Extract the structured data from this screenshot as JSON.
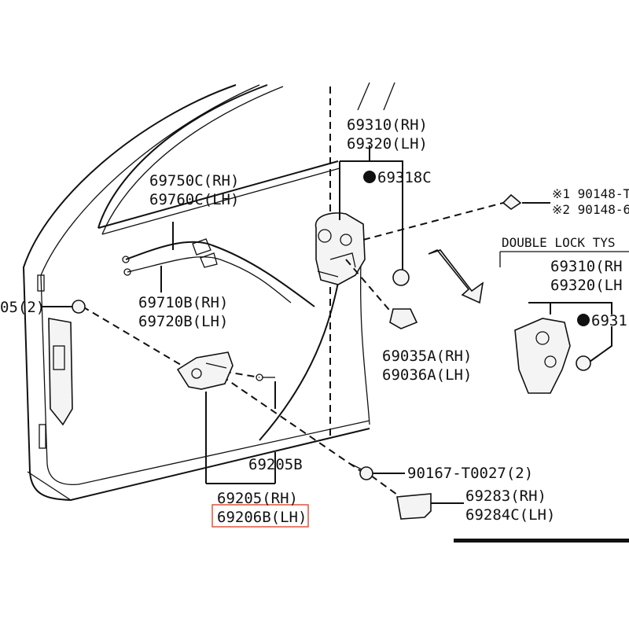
{
  "callouts": {
    "latch_rh": "69310(RH)",
    "latch_lh": "69320(LH)",
    "latch_screw": "69318C",
    "cable_c_rh": "69750C(RH)",
    "cable_c_lh": "69760C(LH)",
    "cable_b_rh": "69710B(RH)",
    "cable_b_lh": "69720B(LH)",
    "left_clip": "05(2)",
    "striker_rh": "69035A(RH)",
    "striker_lh": "69036A(LH)",
    "note_1": "※1 90148-T",
    "note_2": "※2 90148-6",
    "double_lock": "DOUBLE LOCK TYS",
    "dl_latch_rh": "69310(RH",
    "dl_latch_lh": "69320(LH",
    "dl_screw": "6931",
    "handle_screw": "69205B",
    "handle_rh": "69205(RH)",
    "handle_lh": "69206B(LH)",
    "bolt": "90167-T0027(2)",
    "cover_rh": "69283(RH)",
    "cover_lh": "69284C(LH)"
  },
  "highlight": {
    "target": "69206B(LH)",
    "color": "#e0533a"
  }
}
